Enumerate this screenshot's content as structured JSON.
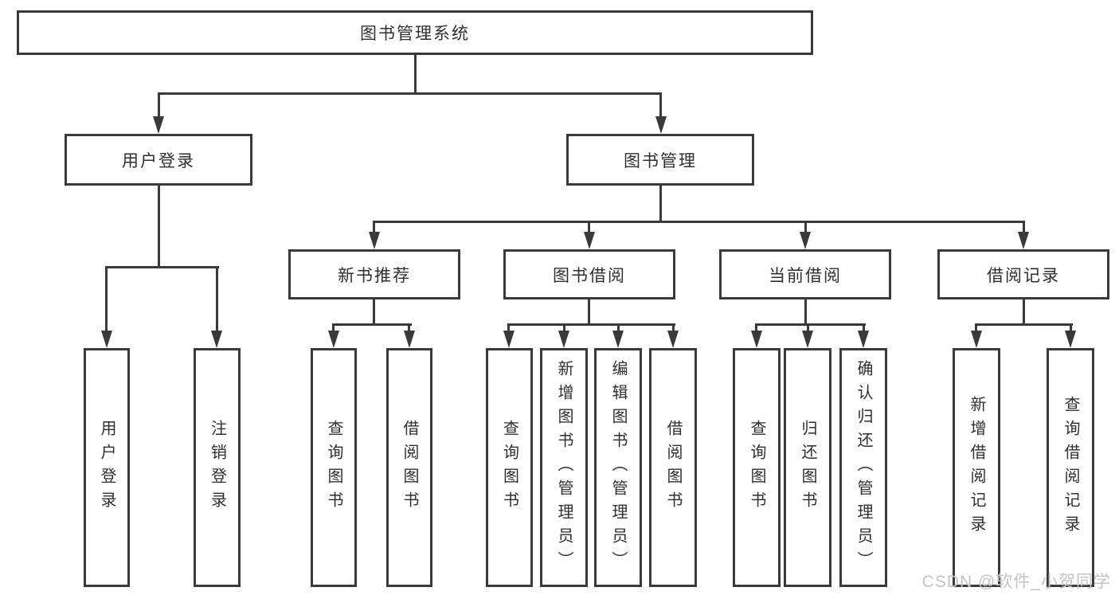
{
  "tree": {
    "label": "图书管理系统",
    "children": [
      {
        "label": "用户登录",
        "children": [
          {
            "label": "用户登录"
          },
          {
            "label": "注销登录"
          }
        ]
      },
      {
        "label": "图书管理",
        "children": [
          {
            "label": "新书推荐",
            "children": [
              {
                "label": "查询图书"
              },
              {
                "label": "借阅图书"
              }
            ]
          },
          {
            "label": "图书借阅",
            "children": [
              {
                "label": "查询图书"
              },
              {
                "label": "新增图书（管理员）"
              },
              {
                "label": "编辑图书（管理员）"
              },
              {
                "label": "借阅图书"
              }
            ]
          },
          {
            "label": "当前借阅",
            "children": [
              {
                "label": "查询图书"
              },
              {
                "label": "归还图书"
              },
              {
                "label": "确认归还（管理员）"
              }
            ]
          },
          {
            "label": "借阅记录",
            "children": [
              {
                "label": "新增借阅记录"
              },
              {
                "label": "查询借阅记录"
              }
            ]
          }
        ]
      }
    ]
  },
  "watermark": {
    "text": "CSDN @软件_小贺同学"
  },
  "colors": {
    "line": "#3a3a3a",
    "border": "#3a3a3a",
    "text": "#2f2f2f",
    "background": "#ffffff",
    "watermark": "#c4c4c4"
  }
}
